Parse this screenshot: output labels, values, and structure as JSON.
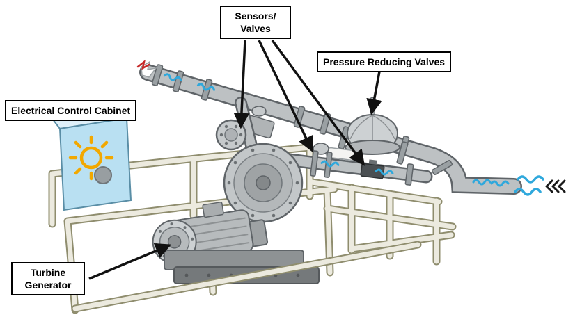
{
  "labels": {
    "sensors_valves": {
      "line1": "Sensors/",
      "line2": "Valves"
    },
    "pressure_reducing_valves": {
      "text": "Pressure Reducing Valves"
    },
    "electrical_control_cabinet": {
      "text": "Electrical Control Cabinet"
    },
    "turbine_generator": {
      "line1": "Turbine",
      "line2": "Generator"
    }
  },
  "colors": {
    "flow_water": "#2fa8dc",
    "cabinet_blue": "#b9e0f2",
    "cabinet_top": "#dff0f9",
    "frame_beige": "#eceadf",
    "frame_outline": "#8f8d6e",
    "pipe_gray": "#bdc1c3",
    "pipe_outline": "#5f6468",
    "sun_orange": "#f2a800",
    "label_border": "#000000",
    "arrow_black": "#111111"
  }
}
